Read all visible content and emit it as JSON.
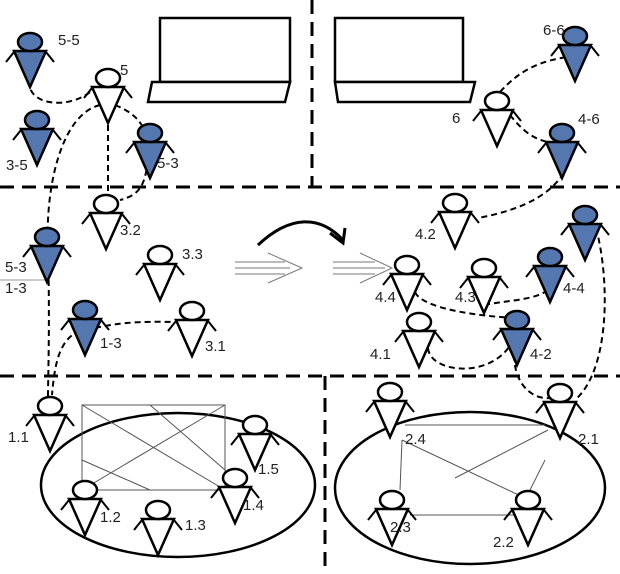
{
  "colors": {
    "member_fill": "#5577b0",
    "plain_fill": "#ffffff",
    "stroke": "#000000"
  },
  "figures": [
    {
      "id": "5-5",
      "label": "5-5",
      "blue": true
    },
    {
      "id": "5",
      "label": "5",
      "blue": false
    },
    {
      "id": "3-5",
      "label": "3-5",
      "blue": true
    },
    {
      "id": "5-3a",
      "label": "5-3",
      "blue": true
    },
    {
      "id": "3.2",
      "label": "3.2",
      "blue": false
    },
    {
      "id": "3.3",
      "label": "3.3",
      "blue": false
    },
    {
      "id": "5-3b",
      "label": "5-3",
      "blue": true
    },
    {
      "id": "1-3",
      "label": "1-3",
      "blue": true
    },
    {
      "id": "3.1",
      "label": "3.1",
      "blue": false
    },
    {
      "id": "6-6",
      "label": "6-6",
      "blue": true
    },
    {
      "id": "6",
      "label": "6",
      "blue": false
    },
    {
      "id": "4-6",
      "label": "4-6",
      "blue": true
    },
    {
      "id": "4.2",
      "label": "4.2",
      "blue": false
    },
    {
      "id": "x",
      "label": "",
      "blue": true
    },
    {
      "id": "4.4",
      "label": "4.4",
      "blue": false
    },
    {
      "id": "4.3",
      "label": "4.3",
      "blue": false
    },
    {
      "id": "4-4",
      "label": "4-4",
      "blue": true
    },
    {
      "id": "4.1",
      "label": "4.1",
      "blue": false
    },
    {
      "id": "4-2",
      "label": "4-2",
      "blue": true
    },
    {
      "id": "1.1",
      "label": "1.1",
      "blue": false
    },
    {
      "id": "1.2",
      "label": "1.2",
      "blue": false
    },
    {
      "id": "1.3",
      "label": "1.3",
      "blue": false
    },
    {
      "id": "1.4",
      "label": "1.4",
      "blue": false
    },
    {
      "id": "1.5",
      "label": "1.5",
      "blue": false
    },
    {
      "id": "2.4",
      "label": "2.4",
      "blue": false
    },
    {
      "id": "2.1",
      "label": "2.1",
      "blue": false
    },
    {
      "id": "2.3",
      "label": "2.3",
      "blue": false
    },
    {
      "id": "2.2",
      "label": "2.2",
      "blue": false
    }
  ],
  "extra_labels": {
    "left_stack": "1-3"
  }
}
